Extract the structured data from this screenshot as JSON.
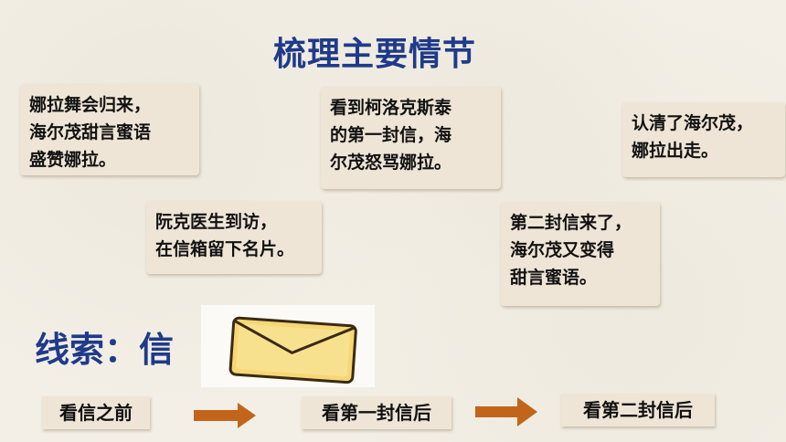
{
  "title": "梳理主要情节",
  "cards": [
    {
      "lines": [
        "娜拉舞会归来，",
        "海尔茂甜言蜜语",
        "盛赞娜拉。"
      ]
    },
    {
      "lines": [
        "看到柯洛克斯泰",
        "的第一封信，海",
        "尔茂怒骂娜拉。"
      ]
    },
    {
      "lines": [
        "认清了海尔茂，",
        "娜拉出走。"
      ]
    },
    {
      "lines": [
        "阮克医生到访，",
        "在信箱留下名片。"
      ]
    },
    {
      "lines": [
        "第二封信来了，",
        "海尔茂又变得",
        "甜言蜜语。"
      ]
    }
  ],
  "clue": "线索：信",
  "stages": [
    "看信之前",
    "看第一封信后",
    "看第二封信后"
  ],
  "icons": {
    "envelope": "envelope-icon",
    "arrow": "right-arrow-icon"
  },
  "colors": {
    "title": "#1f3a8a",
    "card_bg": "#efe5d6",
    "arrow": "#c2651a",
    "envelope_fill": "#f6d774",
    "envelope_stroke": "#3a2a12"
  }
}
